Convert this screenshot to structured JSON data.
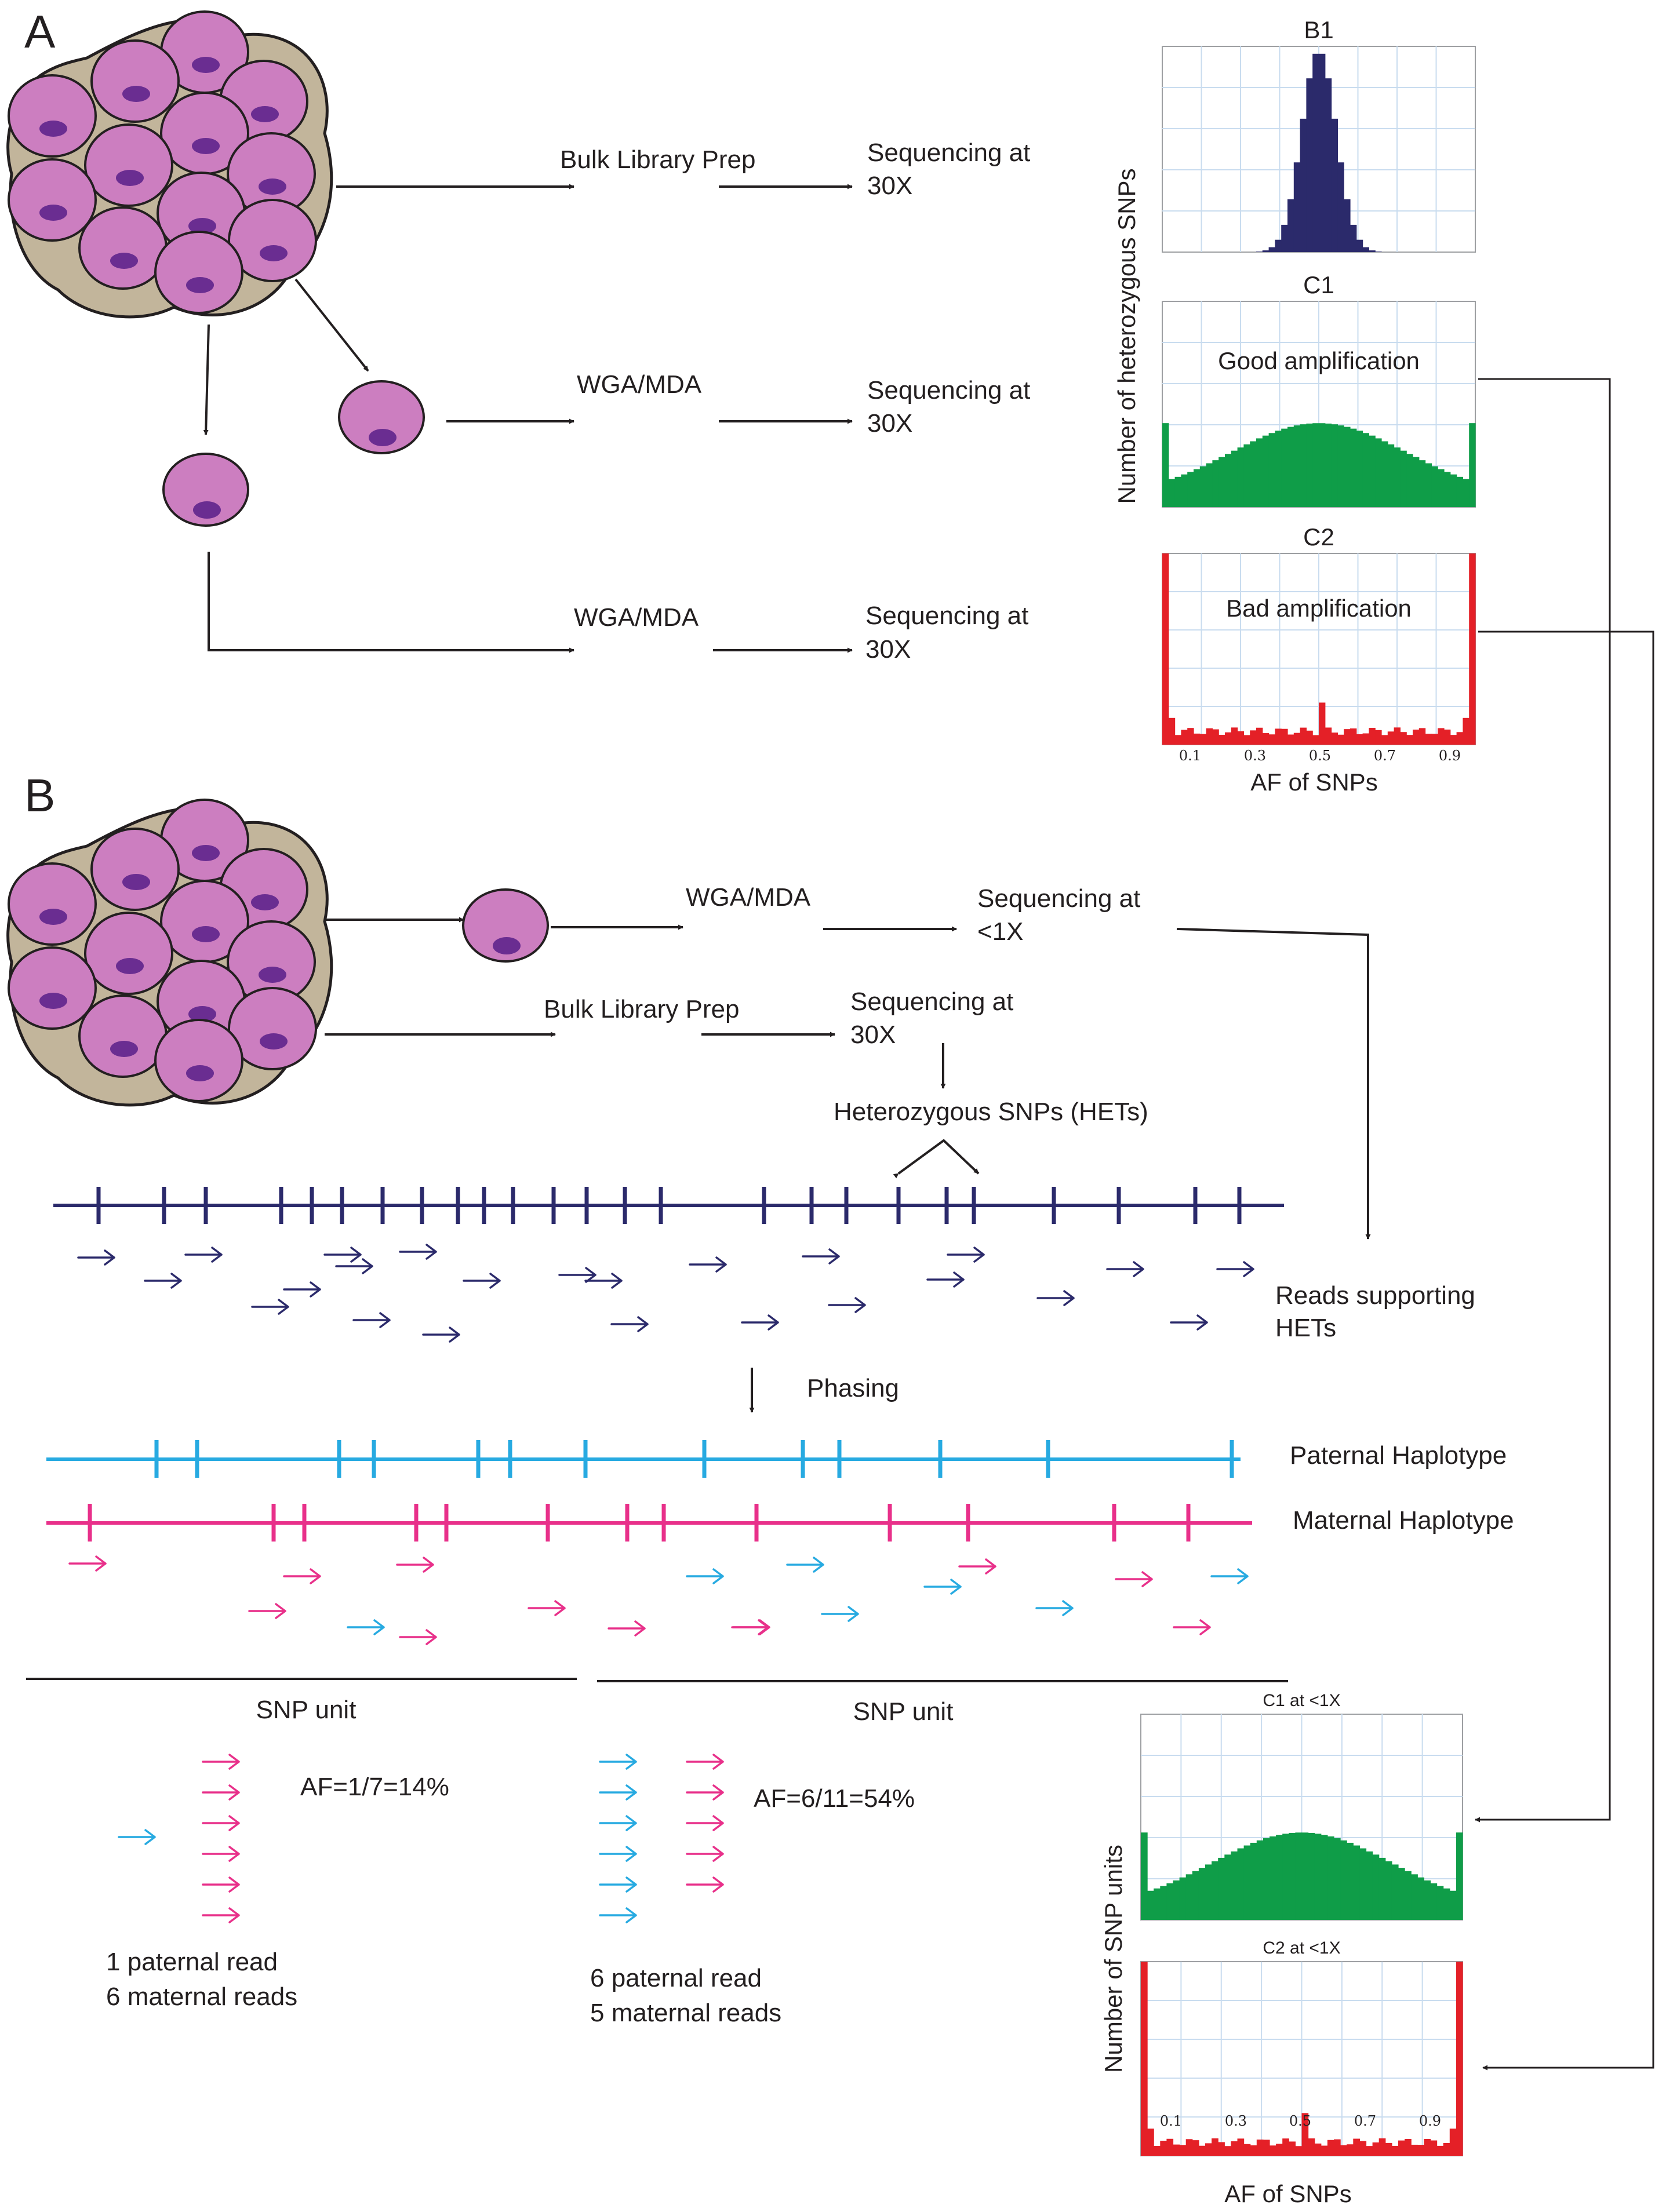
{
  "panels": {
    "a": "A",
    "b": "B"
  },
  "panel_a": {
    "bulk_prep": "Bulk Library Prep",
    "wga1": "WGA/MDA",
    "wga2": "WGA/MDA",
    "seq_top": [
      "Sequencing at",
      "30X"
    ],
    "seq_mid": [
      "Sequencing at",
      "30X"
    ],
    "seq_bot": [
      "Sequencing at",
      "30X"
    ],
    "ylabel": "Number of heterozygous SNPs",
    "xlabel": "AF of SNPs",
    "xticks": [
      "0.1",
      "0.3",
      "0.5",
      "0.7",
      "0.9"
    ]
  },
  "panel_b": {
    "wga": "WGA/MDA",
    "seq_low": [
      "Sequencing at",
      "<1X"
    ],
    "bulk_prep": "Bulk Library Prep",
    "seq_30": [
      "Sequencing at",
      "30X"
    ],
    "hets": "Heterozygous SNPs (HETs)",
    "reads_support": [
      "Reads supporting",
      "HETs"
    ],
    "phasing": "Phasing",
    "paternal": "Paternal Haplotype",
    "maternal": "Maternal Haplotype",
    "snp_unit_left": "SNP unit",
    "snp_unit_right": "SNP unit",
    "af_left": "AF=1/7=14%",
    "af_right": "AF=6/11=54%",
    "counts_left": [
      "1 paternal read",
      "6 maternal reads"
    ],
    "counts_right": [
      "6 paternal read",
      "5 maternal reads"
    ],
    "ylabel": "Number of SNP units",
    "xlabel": "AF of SNPs",
    "xticks": [
      "0.1",
      "0.3",
      "0.5",
      "0.7",
      "0.9"
    ]
  },
  "colors": {
    "cell": "#cc7ec0",
    "nucleus": "#6a2d91",
    "tissue": "#c2b59b",
    "navy": "#2b2a6b",
    "cyan": "#27aae1",
    "magenta": "#e8308a",
    "green": "#0f9d48",
    "red": "#e42027",
    "grid": "#c9dcef"
  },
  "chart_data": [
    {
      "id": "B1",
      "type": "bar",
      "title": "B1",
      "xlim": [
        0,
        1
      ],
      "shape": "narrow-peak",
      "peak_at": 0.5
    },
    {
      "id": "C1",
      "type": "bar",
      "title": "C1",
      "annotation": "Good amplification",
      "xlim": [
        0,
        1
      ],
      "shape": "broad-hump",
      "peak_at": 0.5
    },
    {
      "id": "C2",
      "type": "bar",
      "title": "C2",
      "annotation": "Bad amplification",
      "xlim": [
        0,
        1
      ],
      "shape": "u-shaped",
      "edges": [
        0.0,
        1.0
      ]
    },
    {
      "id": "C1_low",
      "type": "bar",
      "title": "C1 at <1X",
      "xlim": [
        0,
        1
      ],
      "shape": "broad-hump",
      "peak_at": 0.5
    },
    {
      "id": "C2_low",
      "type": "bar",
      "title": "C2 at <1X",
      "xlim": [
        0,
        1
      ],
      "shape": "u-shaped",
      "edges": [
        0.0,
        1.0
      ]
    }
  ]
}
